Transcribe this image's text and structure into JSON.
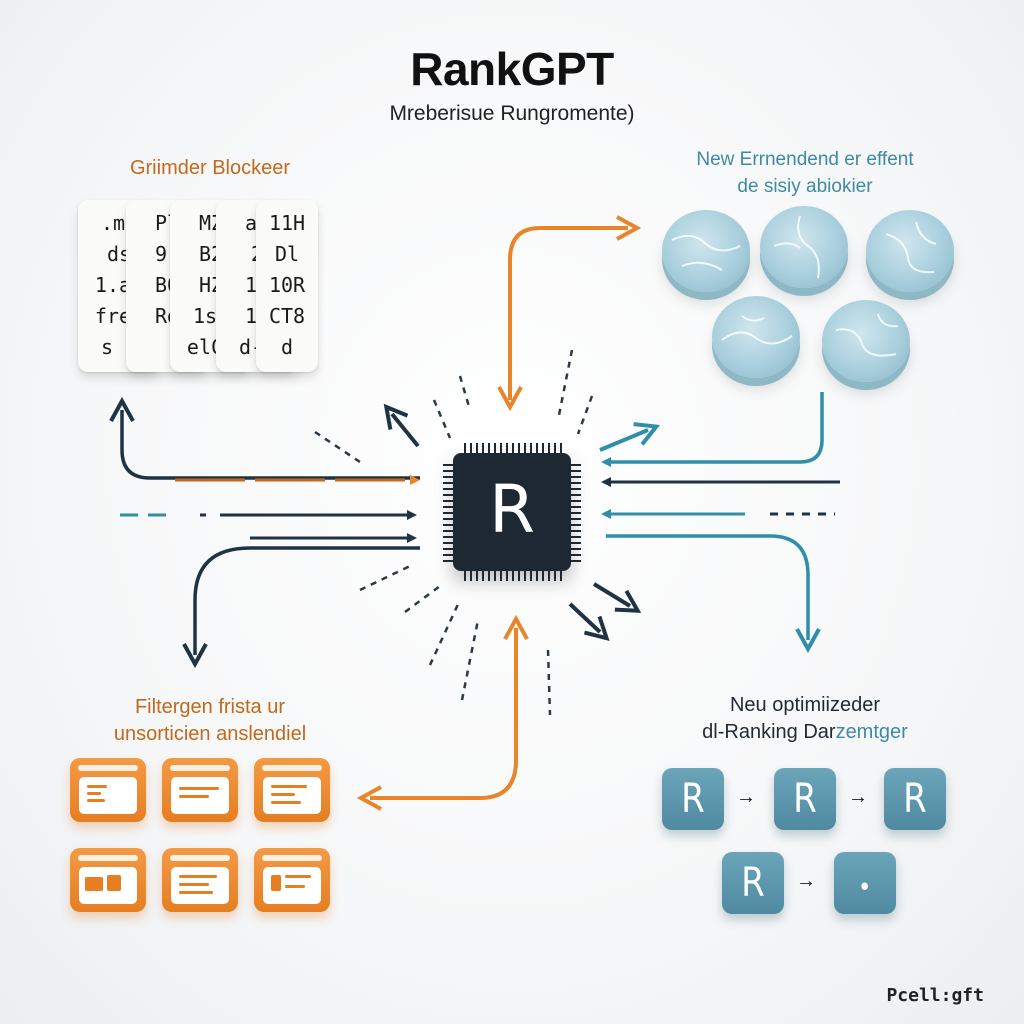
{
  "title": "RankGPT",
  "subtitle": "Mreberisue Rungromente)",
  "top_left": {
    "label": "Griimder Blockeer",
    "cards": [
      [
        ".me",
        "ds",
        "1.aw",
        "frez",
        "s o"
      ],
      [
        "",
        "Pl",
        "9²",
        "B0",
        "Rd"
      ],
      [
        "MZ",
        "B2",
        "HZ",
        "1se",
        "elCl"
      ],
      [
        "aw",
        "2",
        "1a",
        "19",
        "d--"
      ],
      [
        "11H",
        "Dl",
        "10R",
        "CT8",
        "d"
      ]
    ]
  },
  "top_right": {
    "label_line1": "New Errnendend er effent",
    "label_line2": "de sisiy abiokier"
  },
  "bottom_left": {
    "label_line1": "Filtergen frista ur",
    "label_line2": "unsorticien anslendiel"
  },
  "bottom_right": {
    "label_line1": "Neu optimiizeder",
    "label_line2a": "dl-Ranking Dar",
    "label_line2b": "zemtger",
    "tile_glyph": "R",
    "arrow_glyph": "→",
    "last_tile_glyph": "•"
  },
  "chip": {
    "glyph": "R"
  },
  "watermark": "Pcell:gft",
  "colors": {
    "orange": "#e8852a",
    "teal": "#2f8ea8",
    "navy": "#1f3344",
    "chip": "#1d2832"
  },
  "icons": [
    "processor-chip-icon",
    "coin-stack-icon",
    "document-card-icon",
    "rank-tile-icon"
  ]
}
